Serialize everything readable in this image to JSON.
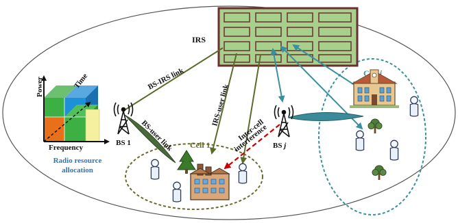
{
  "labels": {
    "irs": "IRS",
    "bs1": "BS 1",
    "bsj_prefix": "BS ",
    "bsj_index": "j",
    "cell1": "Cell 1",
    "cellj_prefix": "Cell ",
    "cellj_index": "j",
    "power": "Power",
    "time": "Time",
    "frequency": "Frequency",
    "radio_resource_line1": "Radio resource",
    "radio_resource_line2": "allocation"
  },
  "links": {
    "bs_irs": "BS-IRS link",
    "bs_user": "BS-user link",
    "irs_user": "IRS-user link",
    "inter_cell_line1": "Inter-cell",
    "inter_cell_line2": "interference"
  },
  "colors": {
    "irs_panel": "#a8d08d",
    "irs_frame": "#6b2e2e",
    "link_green": "#5a6b2a",
    "link_teal": "#3a8fa0",
    "interference_red": "#cc0000",
    "cell1_border": "#6b6b2a",
    "cellj_border": "#3a8fa0",
    "radio_resource_text": "#2e75b6",
    "block_blue": "#1e90d8",
    "block_green": "#3cb043",
    "block_orange": "#e8701a",
    "block_yellow": "#f5f0a0"
  }
}
